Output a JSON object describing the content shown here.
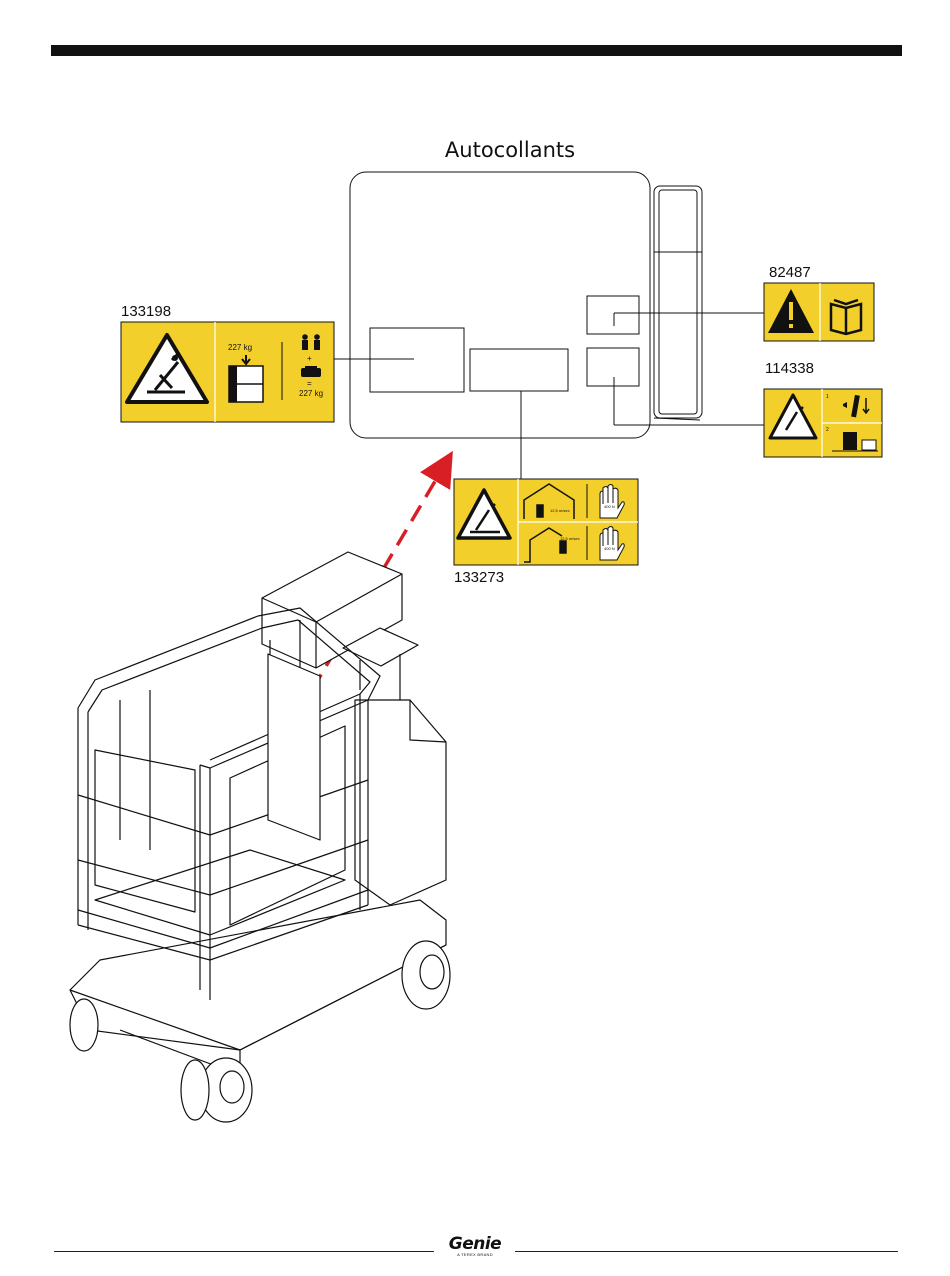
{
  "page": {
    "title": "Autocollants",
    "brand": "Genie",
    "brand_sub": "A TEREX BRAND"
  },
  "decals": [
    {
      "id": "133198",
      "load_top": "227 kg",
      "load_bottom": "227 kg",
      "plus": "+",
      "equals": "="
    },
    {
      "id": "82487"
    },
    {
      "id": "114338",
      "step1": "1",
      "step2": "2"
    },
    {
      "id": "133273",
      "force_top": "400 N",
      "force_bottom": "400 N",
      "wind_top": "12,5 m/sec",
      "wind_bottom": "12,5 m/sec"
    }
  ],
  "colors": {
    "decal_yellow": "#f2cf2a",
    "arrow_red": "#d81f26",
    "ink": "#111111"
  },
  "icons": [
    "warning-triangle-icon",
    "manual-book-icon",
    "tip-over-icon",
    "persons-icon",
    "toolbox-icon"
  ]
}
